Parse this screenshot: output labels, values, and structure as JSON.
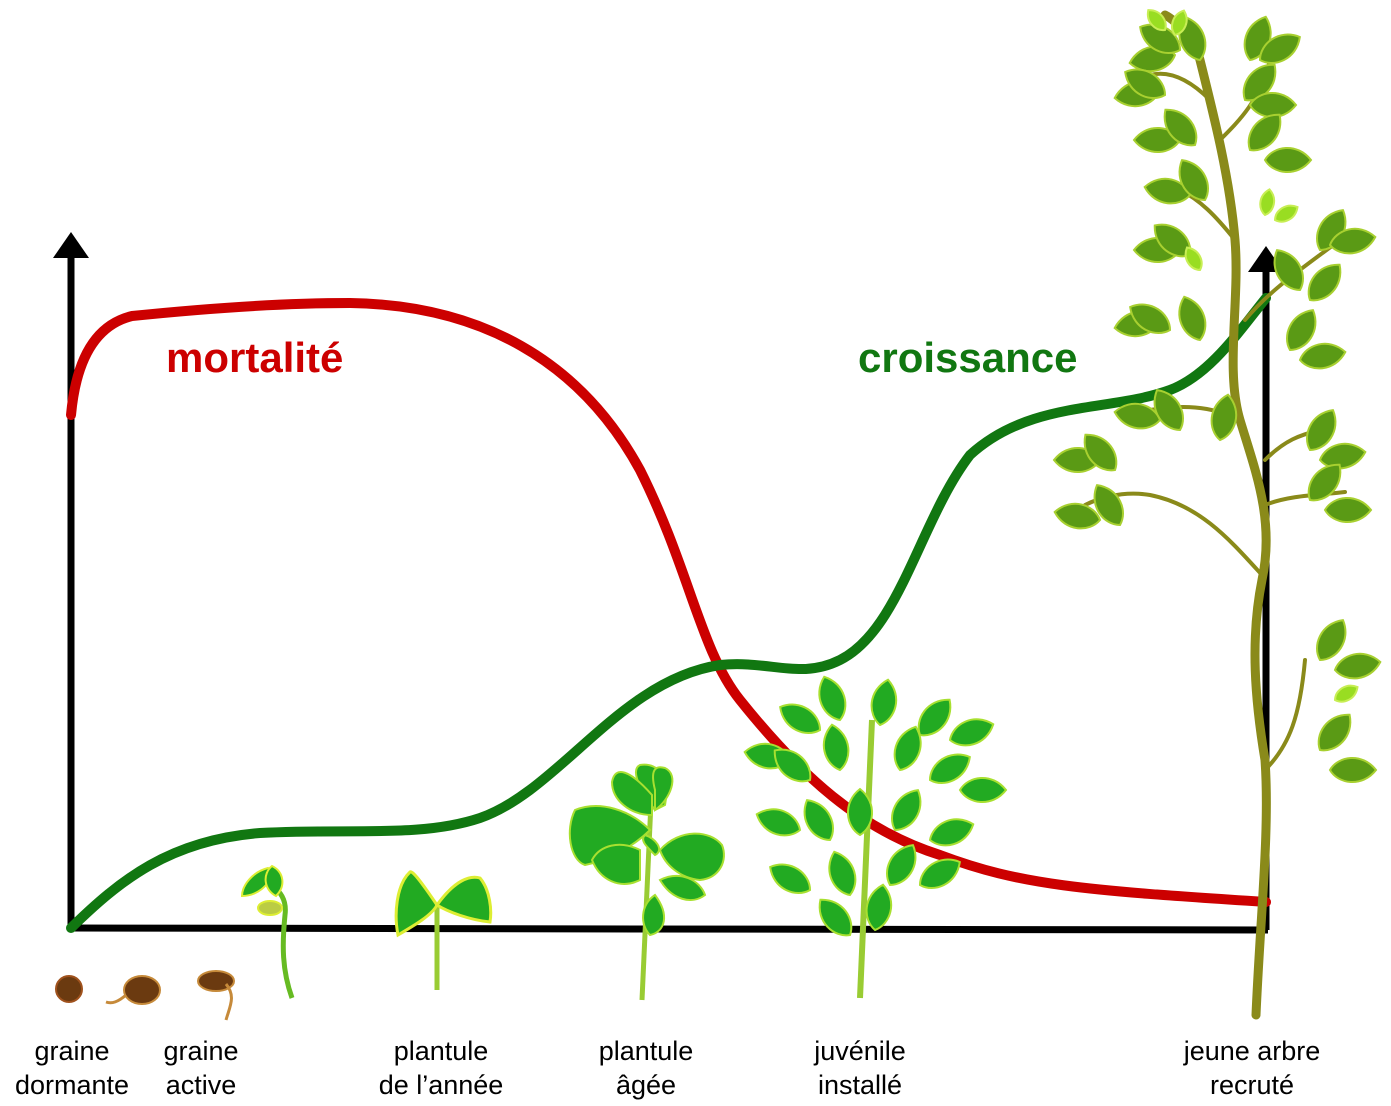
{
  "curves": [
    {
      "label": "mortalité",
      "color": "#cc0000"
    },
    {
      "label": "croissance",
      "color": "#117711"
    }
  ],
  "stages": [
    {
      "line1": "graine",
      "line2": "dormante"
    },
    {
      "line1": "graine",
      "line2": "active"
    },
    {
      "line1": "plantule",
      "line2": "de l’année"
    },
    {
      "line1": "plantule",
      "line2": "âgée"
    },
    {
      "line1": "juvénile",
      "line2": "installé"
    },
    {
      "line1": "jeune arbre",
      "line2": "recruté"
    }
  ],
  "colors": {
    "axis": "#000000",
    "leaf": "#22aa22",
    "leaf_dark": "#5a9a15",
    "stem": "#99cc33",
    "trunk": "#8a8a1a",
    "seed": "#6b3a10"
  }
}
